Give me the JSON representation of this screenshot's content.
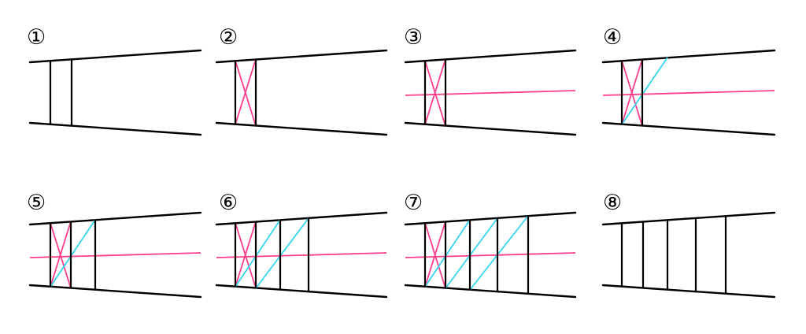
{
  "steps": [
    {
      "number": "①"
    },
    {
      "number": "②"
    },
    {
      "number": "③"
    },
    {
      "number": "④"
    },
    {
      "number": "⑤"
    },
    {
      "number": "⑥"
    },
    {
      "number": "⑦"
    },
    {
      "number": "⑧"
    }
  ],
  "colors": {
    "outline": "#000000",
    "diagonal": "#ff3d8b",
    "midline": "#ff3d8b",
    "projection": "#35d5f0",
    "background": "#ffffff"
  }
}
